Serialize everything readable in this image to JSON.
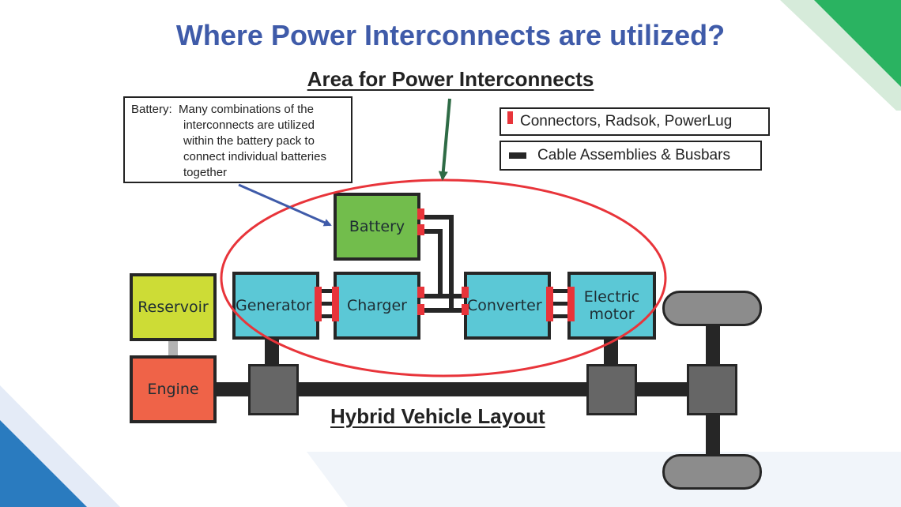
{
  "slide": {
    "title": "Where Power Interconnects are utilized?",
    "subtitle": "Area for Power Interconnects",
    "caption": "Hybrid Vehicle Layout"
  },
  "callout": {
    "label": "Battery:",
    "lines": [
      "Many combinations of the",
      "interconnects are utilized",
      "within the battery pack to",
      "connect individual batteries",
      "together"
    ]
  },
  "legend": {
    "items": [
      {
        "label": "Connectors, Radsok, PowerLug",
        "swatch": "red-connector",
        "color": "#e8343a"
      },
      {
        "label": "Cable Assemblies & Busbars",
        "swatch": "dark-cable",
        "color": "#262626"
      }
    ]
  },
  "components": {
    "battery": "Battery",
    "generator": "Generator",
    "charger": "Charger",
    "converter": "Converter",
    "electric_motor_line1": "Electric",
    "electric_motor_line2": "motor",
    "reservoir": "Reservoir",
    "engine": "Engine"
  },
  "colors": {
    "title_blue": "#3f5ba9",
    "highlight_ellipse": "#e8343a",
    "callout_arrow": "#3f5ba9",
    "area_arrow": "#2e6b45",
    "battery_green": "#72bd4c",
    "cyan_block": "#5bc8d6",
    "reservoir_yellow": "#cddc36",
    "engine_orange": "#ef6348",
    "accent_green": "#2ab361",
    "accent_blue": "#2a7bbf"
  }
}
